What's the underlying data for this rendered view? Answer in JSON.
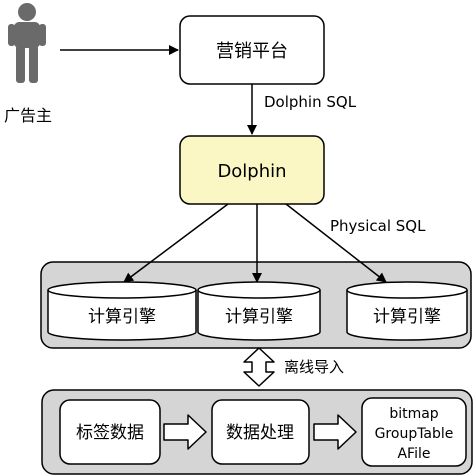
{
  "actor": {
    "label": "广告主"
  },
  "marketing_platform": {
    "label": "营销平台"
  },
  "dolphin": {
    "label": "Dolphin",
    "fill": "#fbf7c5"
  },
  "edges": {
    "dolphin_sql": "Dolphin SQL",
    "physical_sql": "Physical SQL",
    "offline_import": "离线导入"
  },
  "engines": [
    {
      "label": "计算引擎"
    },
    {
      "label": "计算引擎"
    },
    {
      "label": "计算引擎"
    }
  ],
  "pipeline": {
    "tag_data": "标签数据",
    "processing": "数据处理",
    "outputs": [
      "bitmap",
      "GroupTable",
      "AFile"
    ]
  },
  "colors": {
    "group_fill": "#d5d5d5",
    "stroke": "#000000"
  }
}
